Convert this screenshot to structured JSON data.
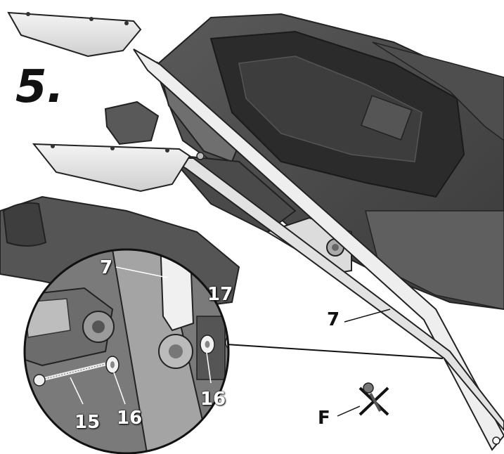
{
  "step": {
    "number": "5."
  },
  "callouts": {
    "bar_in_zoom": "7",
    "bar_main": "7",
    "screw": "15",
    "washer_left": "16",
    "washer_right": "16",
    "nut": "17",
    "tool_f": "F"
  },
  "colors": {
    "ink": "#111111",
    "bodywork_dark": "#4a4a4a",
    "bodywork_mid": "#6b6b6b",
    "bar_fill": "#e8e8e8",
    "magnifier_bg": "#8f8f8f"
  }
}
